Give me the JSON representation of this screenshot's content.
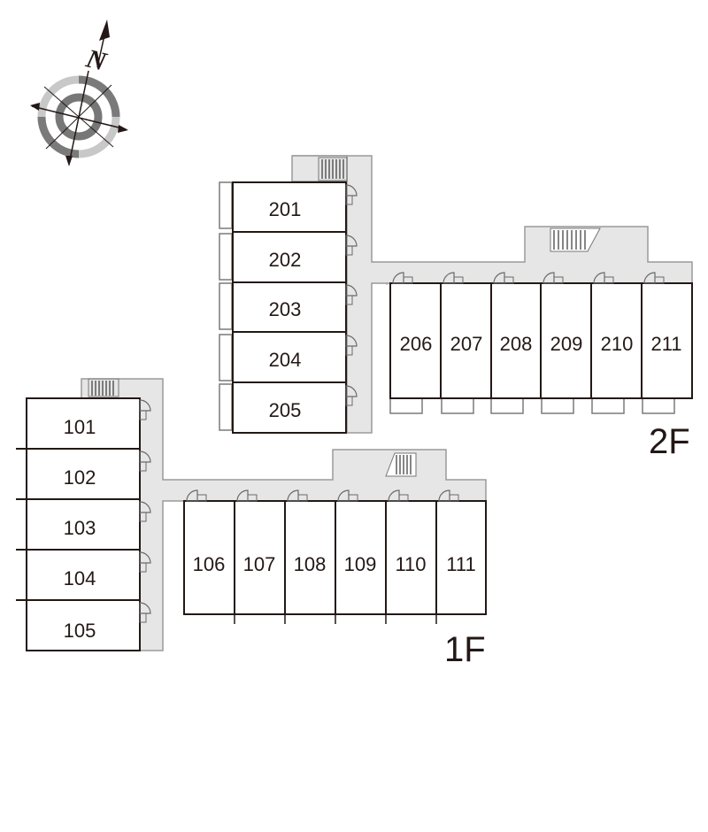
{
  "compass": {
    "north_letter": "N",
    "icon": "compass-rose-icon"
  },
  "floors": [
    {
      "label": "2F",
      "units": [
        "201",
        "202",
        "203",
        "204",
        "205",
        "206",
        "207",
        "208",
        "209",
        "210",
        "211"
      ]
    },
    {
      "label": "1F",
      "units": [
        "101",
        "102",
        "103",
        "104",
        "105",
        "106",
        "107",
        "108",
        "109",
        "110",
        "111"
      ]
    }
  ],
  "colors": {
    "line": "#231815",
    "corridor": "#e6e6e6",
    "corridor_edge": "#9a9a9a"
  }
}
